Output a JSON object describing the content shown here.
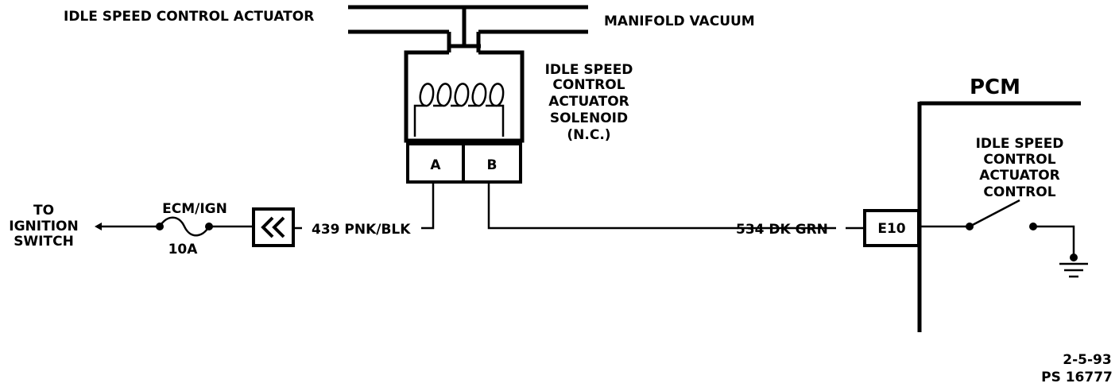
{
  "actuator": {
    "title": "IDLE SPEED CONTROL ACTUATOR",
    "vacuum_label": "MANIFOLD VACUUM",
    "solenoid_label": [
      "IDLE SPEED",
      "CONTROL",
      "ACTUATOR",
      "SOLENOID",
      "(N.C.)"
    ],
    "terminal_a": "A",
    "terminal_b": "B"
  },
  "left_circuit": {
    "to_label": [
      "TO",
      "IGNITION",
      "SWITCH"
    ],
    "fuse_name": "ECM/IGN",
    "fuse_rating": "10A",
    "wire_a_label": "439 PNK/BLK"
  },
  "right_circuit": {
    "wire_b_label": "534 DK GRN",
    "pin_label": "E10"
  },
  "pcm": {
    "title": "PCM",
    "control_label": [
      "IDLE SPEED",
      "CONTROL",
      "ACTUATOR",
      "CONTROL"
    ]
  },
  "footer": {
    "date": "2-5-93",
    "ref": "PS 16777"
  }
}
